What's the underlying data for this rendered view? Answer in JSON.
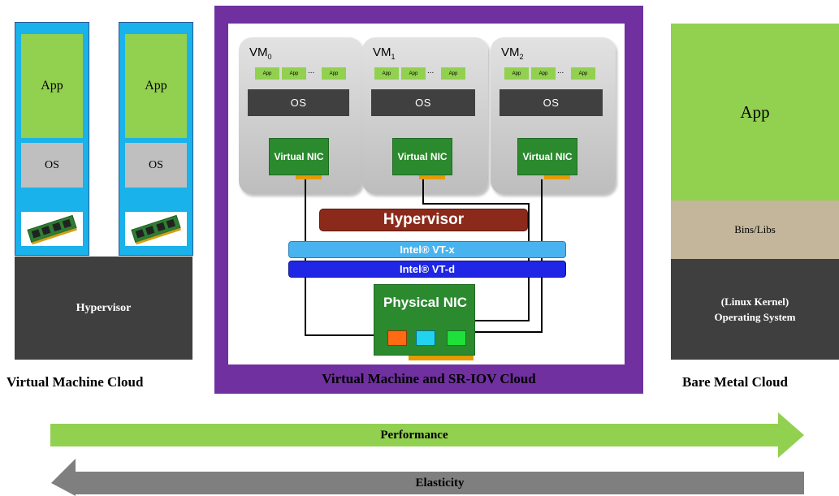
{
  "vm_cloud": {
    "columns": [
      {
        "app": "App",
        "os": "OS"
      },
      {
        "app": "App",
        "os": "OS"
      }
    ],
    "hypervisor": "Hypervisor",
    "caption": "Virtual Machine Cloud"
  },
  "sriov_cloud": {
    "vms": [
      {
        "label": "VM",
        "sub": "0",
        "apps": [
          "App",
          "App",
          "...",
          "App"
        ],
        "os": "OS",
        "nic": "Virtual NIC"
      },
      {
        "label": "VM",
        "sub": "1",
        "apps": [
          "App",
          "App",
          "...",
          "App"
        ],
        "os": "OS",
        "nic": "Virtual NIC"
      },
      {
        "label": "VM",
        "sub": "2",
        "apps": [
          "App",
          "App",
          "...",
          "App"
        ],
        "os": "OS",
        "nic": "Virtual NIC"
      }
    ],
    "hypervisor": "Hypervisor",
    "vt_x": "Intel® VT-x",
    "vt_d": "Intel® VT-d",
    "physical_nic": "Physical NIC",
    "caption": "Virtual Machine and SR-IOV Cloud"
  },
  "bare_metal": {
    "app": "App",
    "bins": "Bins/Libs",
    "os_line1": "(Linux Kernel)",
    "os_line2": "Operating System",
    "caption": "Bare Metal Cloud"
  },
  "arrows": {
    "performance": "Performance",
    "elasticity": "Elasticity"
  },
  "colors": {
    "green": "#92d050",
    "blue": "#1ab2ea",
    "purple": "#7030a0",
    "dark": "#3f3f3f",
    "gray_arrow": "#7f7f7f"
  }
}
